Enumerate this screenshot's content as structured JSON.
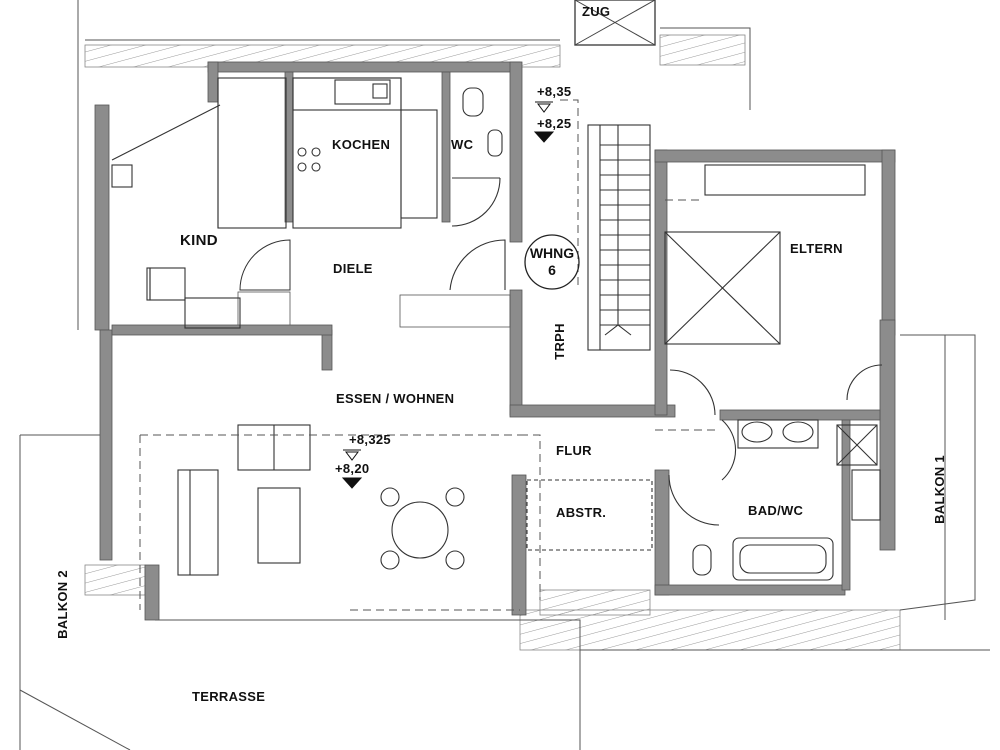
{
  "rooms": {
    "zug": "ZUG",
    "kind": "KIND",
    "kochen": "KOCHEN",
    "wc": "WC",
    "diele": "DIELE",
    "eltern": "ELTERN",
    "trph": "TRPH",
    "essen_wohnen": "ESSEN /  WOHNEN",
    "flur": "FLUR",
    "abstr": "ABSTR.",
    "bad_wc": "BAD/WC",
    "balkon_1": "BALKON 1",
    "balkon_2": "BALKON 2",
    "terrasse": "TERRASSE"
  },
  "apartment": {
    "line1": "WHNG",
    "line2": "6"
  },
  "levels": {
    "upper_a": "+8,35",
    "upper_b": "+8,25",
    "living_a": "+8,325",
    "living_b": "+8,20"
  },
  "colors": {
    "wall": "#8c8c8c",
    "wall_dark": "#6e6e6e",
    "line": "#333333",
    "hatch": "#9a9a9a"
  }
}
